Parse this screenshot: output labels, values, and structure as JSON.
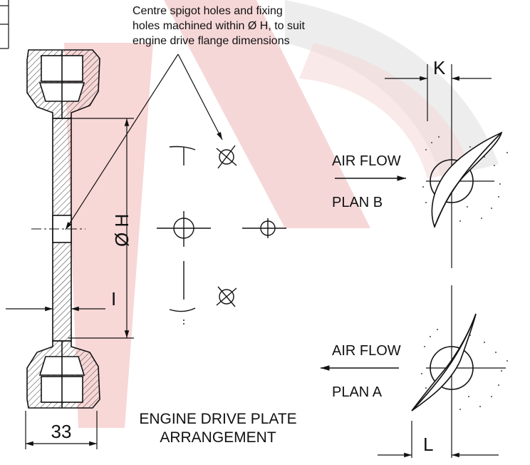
{
  "note": {
    "line1": "Centre spigot holes and fixing",
    "line2": "holes machined within Ø H, to suit",
    "line3": "engine drive flange dimensions"
  },
  "dims": {
    "k": "K",
    "l": "L",
    "i": "I",
    "oh": "Ø H",
    "w33": "33"
  },
  "plan_b": {
    "airflow": "AIR FLOW",
    "plan": "PLAN B"
  },
  "plan_a": {
    "airflow": "AIR FLOW",
    "plan": "PLAN A"
  },
  "caption": {
    "line1": "ENGINE DRIVE PLATE",
    "line2": "ARRANGEMENT"
  },
  "colors": {
    "watermark": "#d92b2b",
    "ink": "#111111",
    "hatch": "#333333"
  }
}
